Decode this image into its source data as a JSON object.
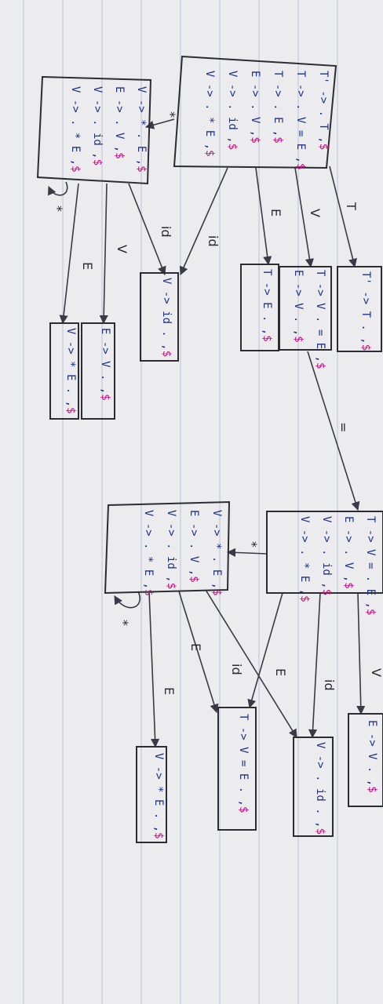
{
  "states": {
    "s0": {
      "items": [
        [
          "T' -> . T ,",
          "$"
        ],
        [
          "T -> . V = E ,",
          "$"
        ],
        [
          "T -> . E ,",
          "$"
        ],
        [
          "E -> . V ,",
          "$"
        ],
        [
          "V -> . id ,",
          "$"
        ],
        [
          "V -> . * E ,",
          "$"
        ]
      ]
    },
    "s1": {
      "items": [
        [
          "T' -> T . ,",
          "$"
        ]
      ]
    },
    "s2": {
      "items": [
        [
          "T -> V . = E ,",
          "$"
        ],
        [
          "E -> V . ,",
          "$"
        ]
      ]
    },
    "s3": {
      "items": [
        [
          "T -> E . ,",
          "$"
        ]
      ]
    },
    "s4": {
      "items": [
        [
          "V -> id . ,",
          "$"
        ]
      ]
    },
    "s5": {
      "items": [
        [
          "V -> * . E ,",
          "$"
        ],
        [
          "E -> . V ,",
          "$"
        ],
        [
          "V -> . id ,",
          "$"
        ],
        [
          "V -> . * E ,",
          "$"
        ]
      ]
    },
    "s6": {
      "items": [
        [
          "E -> V . ,",
          "$"
        ]
      ]
    },
    "s7": {
      "items": [
        [
          "V -> * E . ,",
          "$"
        ]
      ]
    },
    "s8": {
      "items": [
        [
          "T -> V = . E ,",
          "$"
        ],
        [
          "E -> . V ,",
          "$"
        ],
        [
          "V -> . id ,",
          "$"
        ],
        [
          "V -> . * E ,",
          "$"
        ]
      ]
    },
    "s9": {
      "items": [
        [
          "V -> * . E ,",
          "$"
        ],
        [
          "E -> . V ,",
          "$"
        ],
        [
          "V -> . id ,",
          "$"
        ],
        [
          "V -> . * E ,",
          "$"
        ]
      ]
    },
    "s10": {
      "items": [
        [
          "E -> V . ,",
          "$"
        ]
      ]
    },
    "s11": {
      "items": [
        [
          "V -> . id . ,",
          "$"
        ]
      ]
    },
    "s12": {
      "items": [
        [
          "T -> V = E . ,",
          "$"
        ]
      ]
    },
    "s13": {
      "items": [
        [
          "V -> * E . ,",
          "$"
        ]
      ]
    }
  },
  "transitions": [
    {
      "from": "s0",
      "to": "s1",
      "label": "T"
    },
    {
      "from": "s0",
      "to": "s2",
      "label": "V"
    },
    {
      "from": "s0",
      "to": "s3",
      "label": "E"
    },
    {
      "from": "s0",
      "to": "s4",
      "label": "id"
    },
    {
      "from": "s0",
      "to": "s5",
      "label": "*"
    },
    {
      "from": "s5",
      "to": "s4",
      "label": "id"
    },
    {
      "from": "s5",
      "to": "s6",
      "label": "V"
    },
    {
      "from": "s5",
      "to": "s7",
      "label": "E"
    },
    {
      "from": "s5",
      "to": "s5",
      "label": "*"
    },
    {
      "from": "s2",
      "to": "s8",
      "label": "="
    },
    {
      "from": "s8",
      "to": "s10",
      "label": "V"
    },
    {
      "from": "s8",
      "to": "s11",
      "label": "id"
    },
    {
      "from": "s8",
      "to": "s12",
      "label": "E"
    },
    {
      "from": "s8",
      "to": "s9",
      "label": "*"
    },
    {
      "from": "s9",
      "to": "s11",
      "label": "id"
    },
    {
      "from": "s9",
      "to": "s12",
      "label": "E"
    },
    {
      "from": "s9",
      "to": "s13",
      "label": "E"
    },
    {
      "from": "s9",
      "to": "s9",
      "label": "*"
    }
  ],
  "colors": {
    "ink": "#2c2c33",
    "item": "#1f2f8c",
    "lookahead": "#c8137a",
    "paper": "#ececee"
  }
}
